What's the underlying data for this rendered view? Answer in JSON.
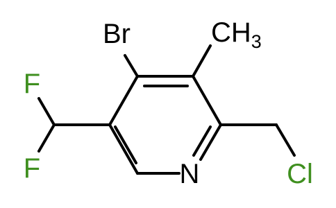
{
  "molecule": {
    "atoms": {
      "br": {
        "symbol": "Br",
        "color": "#000000"
      },
      "methyl": {
        "symbol": "CH",
        "subscript": "3",
        "color": "#000000"
      },
      "f_top": {
        "symbol": "F",
        "color": "#3f8f1f"
      },
      "f_bottom": {
        "symbol": "F",
        "color": "#3f8f1f"
      },
      "n": {
        "symbol": "N",
        "color": "#000000"
      },
      "cl": {
        "symbol": "Cl",
        "color": "#3f8f1f"
      }
    }
  }
}
